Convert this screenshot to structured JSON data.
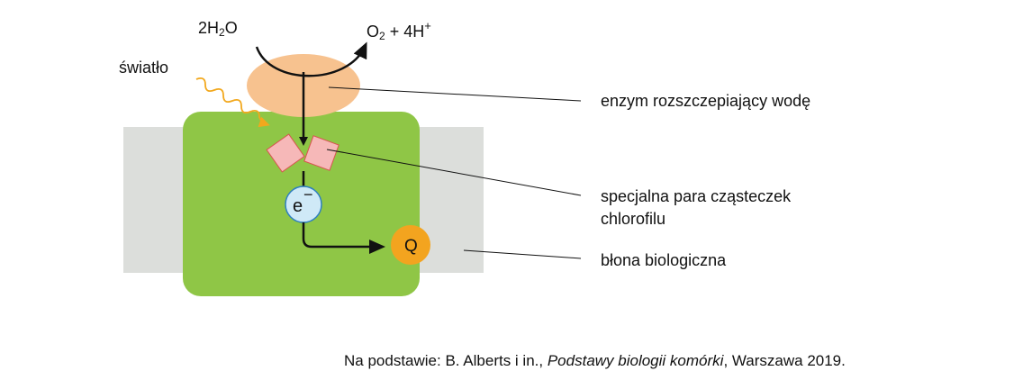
{
  "reaction": {
    "reactant_coef": "2",
    "reactant_h": "H",
    "reactant_sub": "2",
    "reactant_o": "O",
    "product_o": "O",
    "product_sub": "2",
    "product_rest": " + 4H",
    "product_sup": "+"
  },
  "light_label": "światło",
  "electron_label": "e",
  "electron_sign": "−",
  "quinone_label": "Q",
  "labels": {
    "enzyme": "enzym rozszczepiający wodę",
    "chlorophyll_line1": "specjalna para cząsteczek",
    "chlorophyll_line2": "chlorofilu",
    "membrane": "błona biologiczna"
  },
  "caption": {
    "prefix": "Na podstawie: B. Alberts i in., ",
    "title": "Podstawy biologii komórki",
    "suffix": ", Warszawa 2019."
  },
  "colors": {
    "membrane": "#dcdedb",
    "protein": "#8fc646",
    "enzyme": "#f7c28f",
    "chlorophyll_fill": "#f6b8b8",
    "chlorophyll_stroke": "#d9534f",
    "light": "#f2a81d",
    "electron_fill": "#cfe9f7",
    "electron_stroke": "#2d7fc1",
    "quinone": "#f3a41f"
  }
}
